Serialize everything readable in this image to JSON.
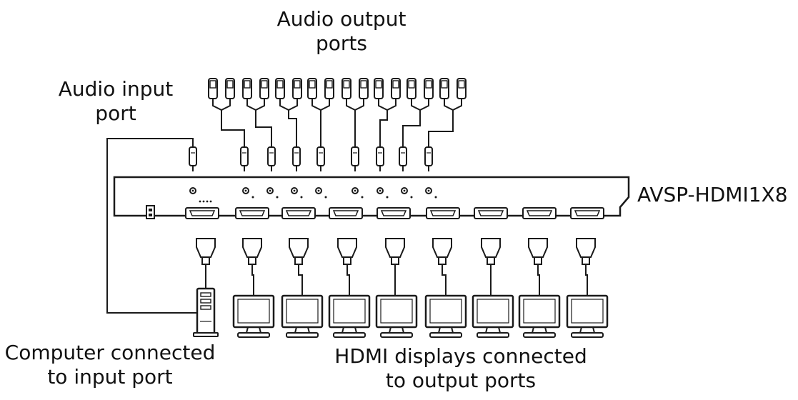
{
  "labels": {
    "audio_output_line1": "Audio output",
    "audio_output_line2": "ports",
    "audio_input_line1": "Audio input",
    "audio_input_line2": "port",
    "device_model": "AVSP-HDMI1X8",
    "computer_line1": "Computer connected",
    "computer_line2": "to input port",
    "displays_line1": "HDMI displays connected",
    "displays_line2": "to output ports"
  },
  "counts": {
    "audio_output_ports": 8,
    "hdmi_output_ports": 8,
    "hdmi_input_ports": 1,
    "displays": 8
  },
  "colors": {
    "stroke": "#1a1a1a",
    "background": "#ffffff"
  },
  "icons": {
    "computer": "computer-tower-icon",
    "display": "monitor-icon",
    "hdmi_port": "hdmi-port-icon",
    "audio_plug": "audio-plug-icon"
  }
}
